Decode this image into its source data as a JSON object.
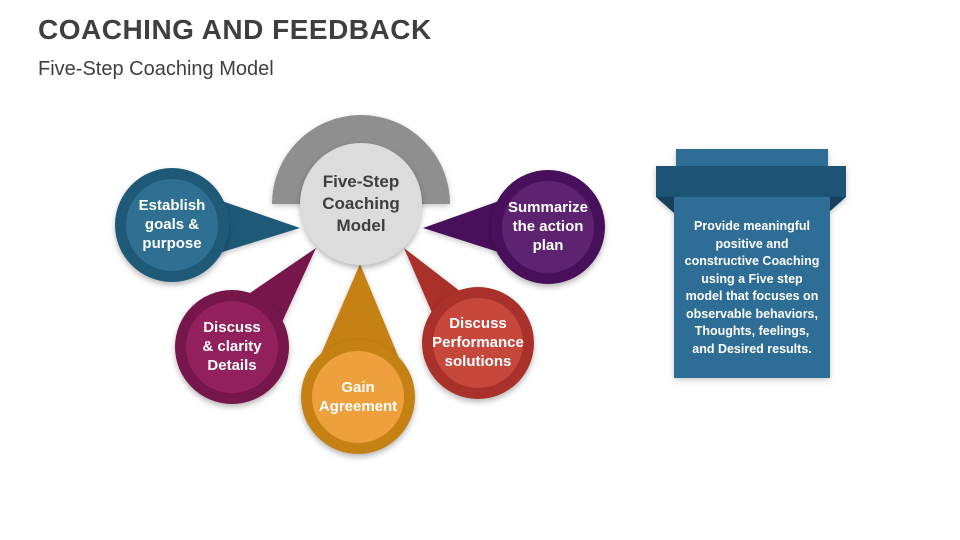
{
  "slide": {
    "title": "COACHING AND FEEDBACK",
    "subtitle": "Five-Step Coaching Model",
    "title_color": "#3f3f3f",
    "background_color": "#ffffff"
  },
  "diagram": {
    "arc_color": "#8f8f8f",
    "center": {
      "label": "Five-Step\nCoaching\nModel",
      "fill": "#dcdcdc",
      "stroke": "#c6c6c6",
      "text_color": "#3e3e3e"
    },
    "steps": [
      {
        "id": "establish-goals",
        "label": "Establish\ngoals &\npurpose",
        "outer": "#1e5a77",
        "inner": "#2e6f92"
      },
      {
        "id": "discuss-clarity",
        "label": "Discuss\n& clarity\nDetails",
        "outer": "#77164a",
        "inner": "#92205c"
      },
      {
        "id": "gain-agreement",
        "label": "Gain\nAgreement",
        "outer": "#c68114",
        "inner": "#eea03c"
      },
      {
        "id": "discuss-performance",
        "label": "Discuss\nPerformance\nsolutions",
        "outer": "#a93129",
        "inner": "#c6483c"
      },
      {
        "id": "summarize-plan",
        "label": "Summarize\nthe action\nplan",
        "outer": "#48105a",
        "inner": "#5e2370"
      }
    ]
  },
  "callout": {
    "text": "Provide meaningful\npositive and\nconstructive Coaching\nusing a Five step\nmodel that focuses on\nobservable behaviors,\nThoughts, feelings,\nand Desired results.",
    "box_color": "#2e6e96",
    "tab_color": "#2e6e96",
    "band_color": "#1d5476",
    "fold_color": "#163f5a",
    "text_color": "#ffffff"
  }
}
